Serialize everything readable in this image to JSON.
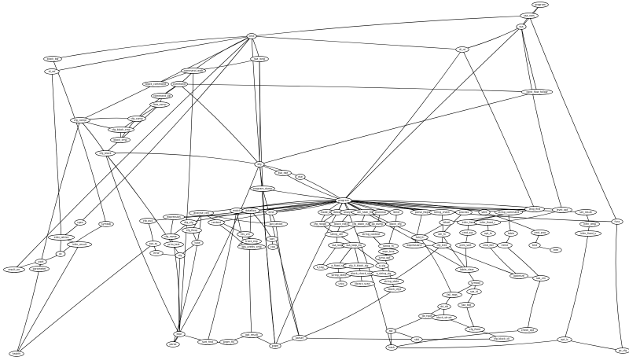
{
  "nodes": [
    {
      "id": "n0",
      "label": "program"
    },
    {
      "id": "n1",
      "label": "ssa_vars"
    },
    {
      "id": "n2",
      "label": "ssa"
    },
    {
      "id": "n3",
      "label": "cmd"
    },
    {
      "id": "n4",
      "label": "dl_rd"
    },
    {
      "id": "n5",
      "label": "block_bw"
    },
    {
      "id": "n6",
      "label": "ssa_lang"
    },
    {
      "id": "n7",
      "label": "dl_ref"
    },
    {
      "id": "n8",
      "label": "command_walk"
    },
    {
      "id": "n9",
      "label": "block_command"
    },
    {
      "id": "n10",
      "label": "command"
    },
    {
      "id": "n11",
      "label": "cond_flow_follow"
    },
    {
      "id": "n12",
      "label": "command_op"
    },
    {
      "id": "n13",
      "label": "flow_comp"
    },
    {
      "id": "n14",
      "label": "cfg_compl"
    },
    {
      "id": "n15",
      "label": "cfg_comp"
    },
    {
      "id": "n16",
      "label": "cfg_block_cmp"
    },
    {
      "id": "n17",
      "label": "block_cmp"
    },
    {
      "id": "n18",
      "label": "cfg_block"
    },
    {
      "id": "n19",
      "label": "dfg"
    },
    {
      "id": "n20",
      "label": "ssa_dse"
    },
    {
      "id": "n21",
      "label": "dse"
    },
    {
      "id": "n22",
      "label": "program_dump"
    },
    {
      "id": "n23",
      "label": "program"
    },
    {
      "id": "n24",
      "label": "match"
    },
    {
      "id": "n25",
      "label": "dataflow"
    },
    {
      "id": "n26",
      "label": "analyse_cell"
    },
    {
      "id": "n27",
      "label": "expression"
    },
    {
      "id": "n28",
      "label": "cfg_aux"
    },
    {
      "id": "n29",
      "label": "dlg_cfg"
    },
    {
      "id": "n30",
      "label": "emit"
    },
    {
      "id": "n31",
      "label": "context"
    },
    {
      "id": "n32",
      "label": "mode_bb"
    },
    {
      "id": "n33",
      "label": "debug"
    },
    {
      "id": "n34",
      "label": "analyse_op"
    },
    {
      "id": "n35",
      "label": "util_hash_find"
    },
    {
      "id": "n36",
      "label": "grammar"
    },
    {
      "id": "n37",
      "label": "lbind"
    },
    {
      "id": "n38",
      "label": "parse_flags"
    },
    {
      "id": "n39",
      "label": "string_check"
    },
    {
      "id": "n40",
      "label": "process"
    },
    {
      "id": "n41",
      "label": "stmt"
    },
    {
      "id": "n42",
      "label": "string_command"
    },
    {
      "id": "n43",
      "label": "lang_find"
    },
    {
      "id": "n44",
      "label": "level_opt"
    },
    {
      "id": "n45",
      "label": "set_result"
    },
    {
      "id": "n46",
      "label": "func"
    },
    {
      "id": "n47",
      "label": "cgen"
    },
    {
      "id": "n48",
      "label": "symtab"
    },
    {
      "id": "n49",
      "label": "cfg_fixup"
    },
    {
      "id": "n50",
      "label": "rev_vrn"
    },
    {
      "id": "n51",
      "label": "opt_lattice"
    },
    {
      "id": "n52",
      "label": "cfg_range"
    },
    {
      "id": "n53",
      "label": "block_rbit"
    },
    {
      "id": "n54",
      "label": "cfg_block_cut"
    },
    {
      "id": "n55",
      "label": "op_dump"
    },
    {
      "id": "n56",
      "label": "block_cfg"
    },
    {
      "id": "n57",
      "label": "bitset"
    },
    {
      "id": "n58",
      "label": "infer_fixed"
    },
    {
      "id": "n59",
      "label": "infer_fixed_r"
    },
    {
      "id": "n60",
      "label": "infer_dmp"
    },
    {
      "id": "n61",
      "label": "infer_fixed_s"
    },
    {
      "id": "n62",
      "label": "infer_lattice"
    },
    {
      "id": "n63",
      "label": "infer_result"
    },
    {
      "id": "n64",
      "label": "cfg_name"
    },
    {
      "id": "n65",
      "label": "prim_text"
    },
    {
      "id": "n66",
      "label": "type"
    },
    {
      "id": "n67",
      "label": "base"
    },
    {
      "id": "n68",
      "label": "sort"
    },
    {
      "id": "n69",
      "label": "string_util"
    },
    {
      "id": "n70",
      "label": "string_context"
    },
    {
      "id": "n71",
      "label": "string_fn"
    },
    {
      "id": "n72",
      "label": "fold_fn"
    },
    {
      "id": "n73",
      "label": "util_fn"
    },
    {
      "id": "n74",
      "label": "cmd_sys"
    },
    {
      "id": "n75",
      "label": "opt_fn"
    },
    {
      "id": "n76",
      "label": "table"
    },
    {
      "id": "n77",
      "label": "cmd_proc"
    },
    {
      "id": "n78",
      "label": "trace_exp"
    },
    {
      "id": "n79",
      "label": "ops_pretty_cmp"
    },
    {
      "id": "n80",
      "label": "cop"
    },
    {
      "id": "n81",
      "label": "ssa_loop"
    },
    {
      "id": "n82",
      "label": "ssa_loop_eq"
    },
    {
      "id": "n83",
      "label": "jump_opt"
    },
    {
      "id": "n84",
      "label": "expr_tree"
    },
    {
      "id": "n85",
      "label": "expression2"
    },
    {
      "id": "n86",
      "label": "cfg_tree"
    },
    {
      "id": "n87",
      "label": "prim_sort"
    },
    {
      "id": "n88",
      "label": "cmd_iter"
    },
    {
      "id": "n89",
      "label": "inline"
    },
    {
      "id": "n90",
      "label": "text"
    },
    {
      "id": "n91",
      "label": "tree"
    },
    {
      "id": "n92",
      "label": "ssa_ss"
    },
    {
      "id": "n93",
      "label": "error"
    },
    {
      "id": "n94",
      "label": "cfg"
    },
    {
      "id": "n95",
      "label": "pt"
    },
    {
      "id": "n96",
      "label": "pset"
    },
    {
      "id": "n97",
      "label": "parameter"
    },
    {
      "id": "n98",
      "label": "result_arr"
    },
    {
      "id": "n99",
      "label": "a_tag_"
    },
    {
      "id": "n100",
      "label": "a_fixed_sig"
    },
    {
      "id": "n101",
      "label": "cfg_lt_block_sig"
    },
    {
      "id": "n102",
      "label": "a_sig"
    },
    {
      "id": "n103",
      "label": "string_ident"
    },
    {
      "id": "n104",
      "label": "block_check_sig"
    },
    {
      "id": "n105",
      "label": "a_string_sig"
    },
    {
      "id": "n106",
      "label": "library_scan"
    },
    {
      "id": "n107",
      "label": "uniq"
    },
    {
      "id": "n108",
      "label": "string_state"
    },
    {
      "id": "n109",
      "label": "block_cfg2"
    },
    {
      "id": "n110",
      "label": "table_clear"
    },
    {
      "id": "n111",
      "label": "symbol"
    },
    {
      "id": "n112",
      "label": "optimize"
    },
    {
      "id": "n113",
      "label": "ssa_vrn"
    },
    {
      "id": "n114",
      "label": "fail_regs"
    },
    {
      "id": "n115",
      "label": "ssa_id"
    },
    {
      "id": "n116",
      "label": "dd_dd"
    },
    {
      "id": "n117",
      "label": "ssa_tag"
    },
    {
      "id": "n118",
      "label": "dd_type"
    },
    {
      "id": "n119",
      "label": "block_struct"
    },
    {
      "id": "n120",
      "label": "ast"
    },
    {
      "id": "n121",
      "label": "parser"
    },
    {
      "id": "n122",
      "label": "expr"
    },
    {
      "id": "n123",
      "label": "parse"
    },
    {
      "id": "n124",
      "label": "sort_find"
    },
    {
      "id": "n125",
      "label": "prgm_fix"
    },
    {
      "id": "n126",
      "label": "opt_result"
    },
    {
      "id": "n127",
      "label": "prgm"
    },
    {
      "id": "n128",
      "label": "hash"
    },
    {
      "id": "n129",
      "label": "sbit"
    },
    {
      "id": "n130",
      "label": "cfg_fixed"
    },
    {
      "id": "n131",
      "label": "cfg_block_ck"
    },
    {
      "id": "n132",
      "label": "check_opt"
    },
    {
      "id": "n133",
      "label": "opt_lc"
    },
    {
      "id": "n134",
      "label": "hashfn"
    },
    {
      "id": "n135",
      "label": "gc_cfg"
    }
  ]
}
